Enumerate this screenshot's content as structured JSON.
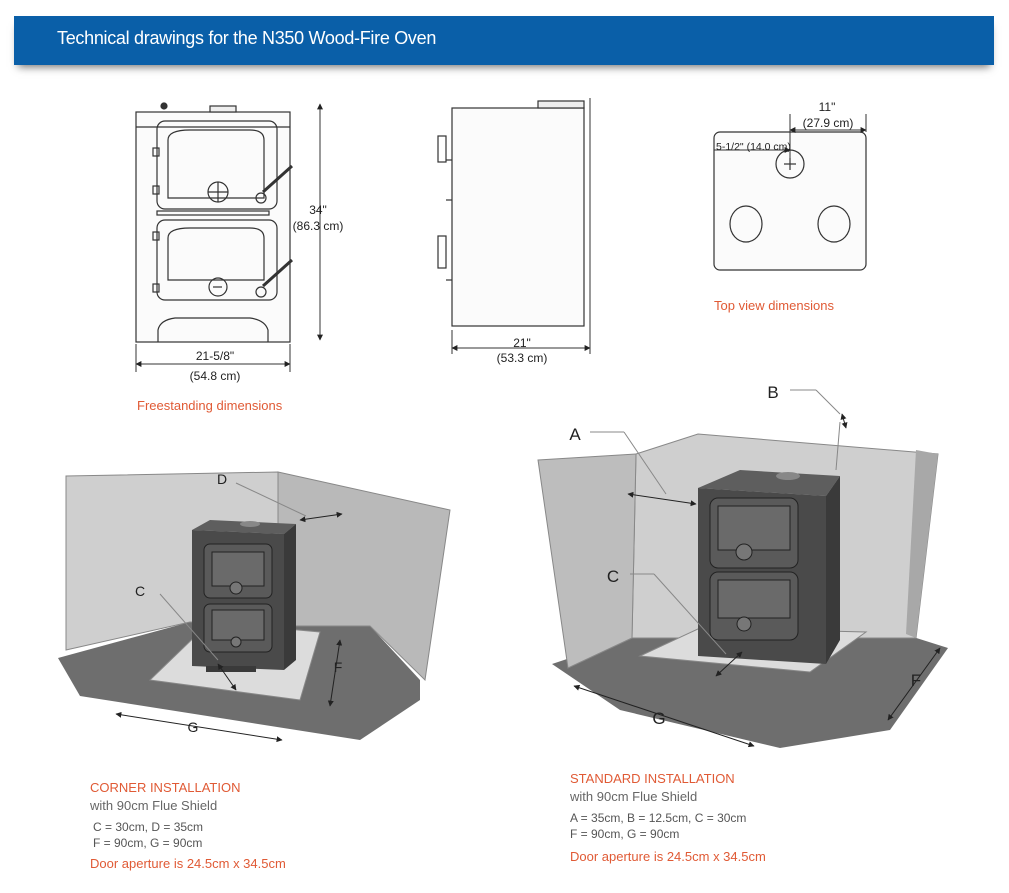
{
  "header": {
    "title": "Technical drawings for the N350 Wood-Fire Oven"
  },
  "front_view": {
    "height_in": "34\"",
    "height_cm": "(86.3 cm)",
    "width_in": "21-5/8\"",
    "width_cm": "(54.8 cm)",
    "caption": "Freestanding dimensions"
  },
  "side_view": {
    "depth_in": "21\"",
    "depth_cm": "(53.3 cm)"
  },
  "top_view": {
    "offset_in": "11\"",
    "offset_cm": "(27.9   cm)",
    "flue_offset": "5-1/2\" (14.0 cm)",
    "caption": "Top view dimensions"
  },
  "corner_install": {
    "labels": [
      "D",
      "C",
      "F",
      "G"
    ],
    "title": "CORNER INSTALLATION",
    "subtitle": "with 90cm Flue Shield",
    "spec_line1": "C = 30cm, D = 35cm",
    "spec_line2": "F = 90cm, G = 90cm",
    "door_note": "Door aperture is 24.5cm x 34.5cm"
  },
  "standard_install": {
    "labels": [
      "A",
      "B",
      "C",
      "F",
      "G"
    ],
    "title": "STANDARD INSTALLATION",
    "subtitle": "with 90cm Flue Shield",
    "spec_line1": "A = 35cm, B = 12.5cm, C = 30cm",
    "spec_line2": "F = 90cm, G = 90cm",
    "door_note": "Door aperture is 24.5cm x 34.5cm"
  },
  "colors": {
    "banner": "#0a5fa8",
    "caption_accent": "#e05a35",
    "wall": "#cfcfcf",
    "floor": "#6e6e6e",
    "oven": "#4a4a4a"
  }
}
